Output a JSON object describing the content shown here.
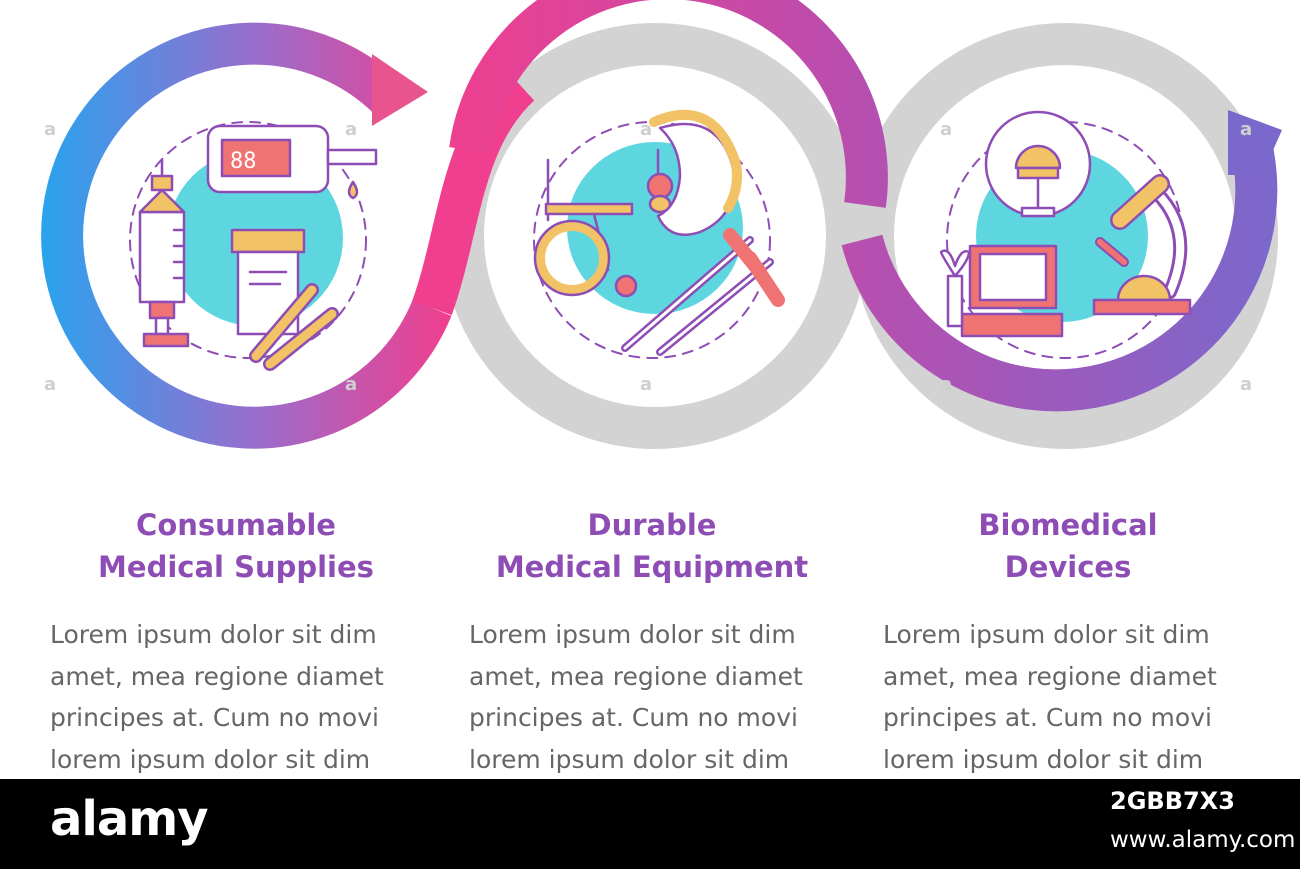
{
  "colors": {
    "title": "#8e4db5",
    "body_text": "#666666",
    "ring_gray": "#d3d3d3",
    "gradient_blue": "#1ea8f2",
    "gradient_pink": "#f03f8e",
    "gradient_purple": "#7a68cc",
    "icon_teal": "#5ed6e0",
    "icon_orange": "#f2c266",
    "icon_red": "#f07373",
    "icon_stroke": "#8e4db5"
  },
  "sections": [
    {
      "icon": "consumable-supplies-icon",
      "title_lines": [
        "Consumable",
        "Medical Supplies"
      ],
      "body_lines": [
        "Lorem ipsum dolor sit dim",
        "amet, mea regione diamet",
        "principes at. Cum no movi",
        "lorem ipsum dolor sit dim"
      ]
    },
    {
      "icon": "durable-equipment-icon",
      "title_lines": [
        "Durable",
        "Medical Equipment"
      ],
      "body_lines": [
        "Lorem ipsum dolor sit dim",
        "amet, mea regione diamet",
        "principes at. Cum no movi",
        "lorem ipsum dolor sit dim"
      ]
    },
    {
      "icon": "biomedical-devices-icon",
      "title_lines": [
        "Biomedical",
        "Devices"
      ],
      "body_lines": [
        "Lorem ipsum dolor sit dim",
        "amet, mea regione diamet",
        "principes at. Cum no movi",
        "lorem ipsum dolor sit dim"
      ]
    }
  ],
  "device_display": "88",
  "footer": {
    "brand": "alamy",
    "image_id": "2GBB7X3",
    "url": "www.alamy.com"
  }
}
